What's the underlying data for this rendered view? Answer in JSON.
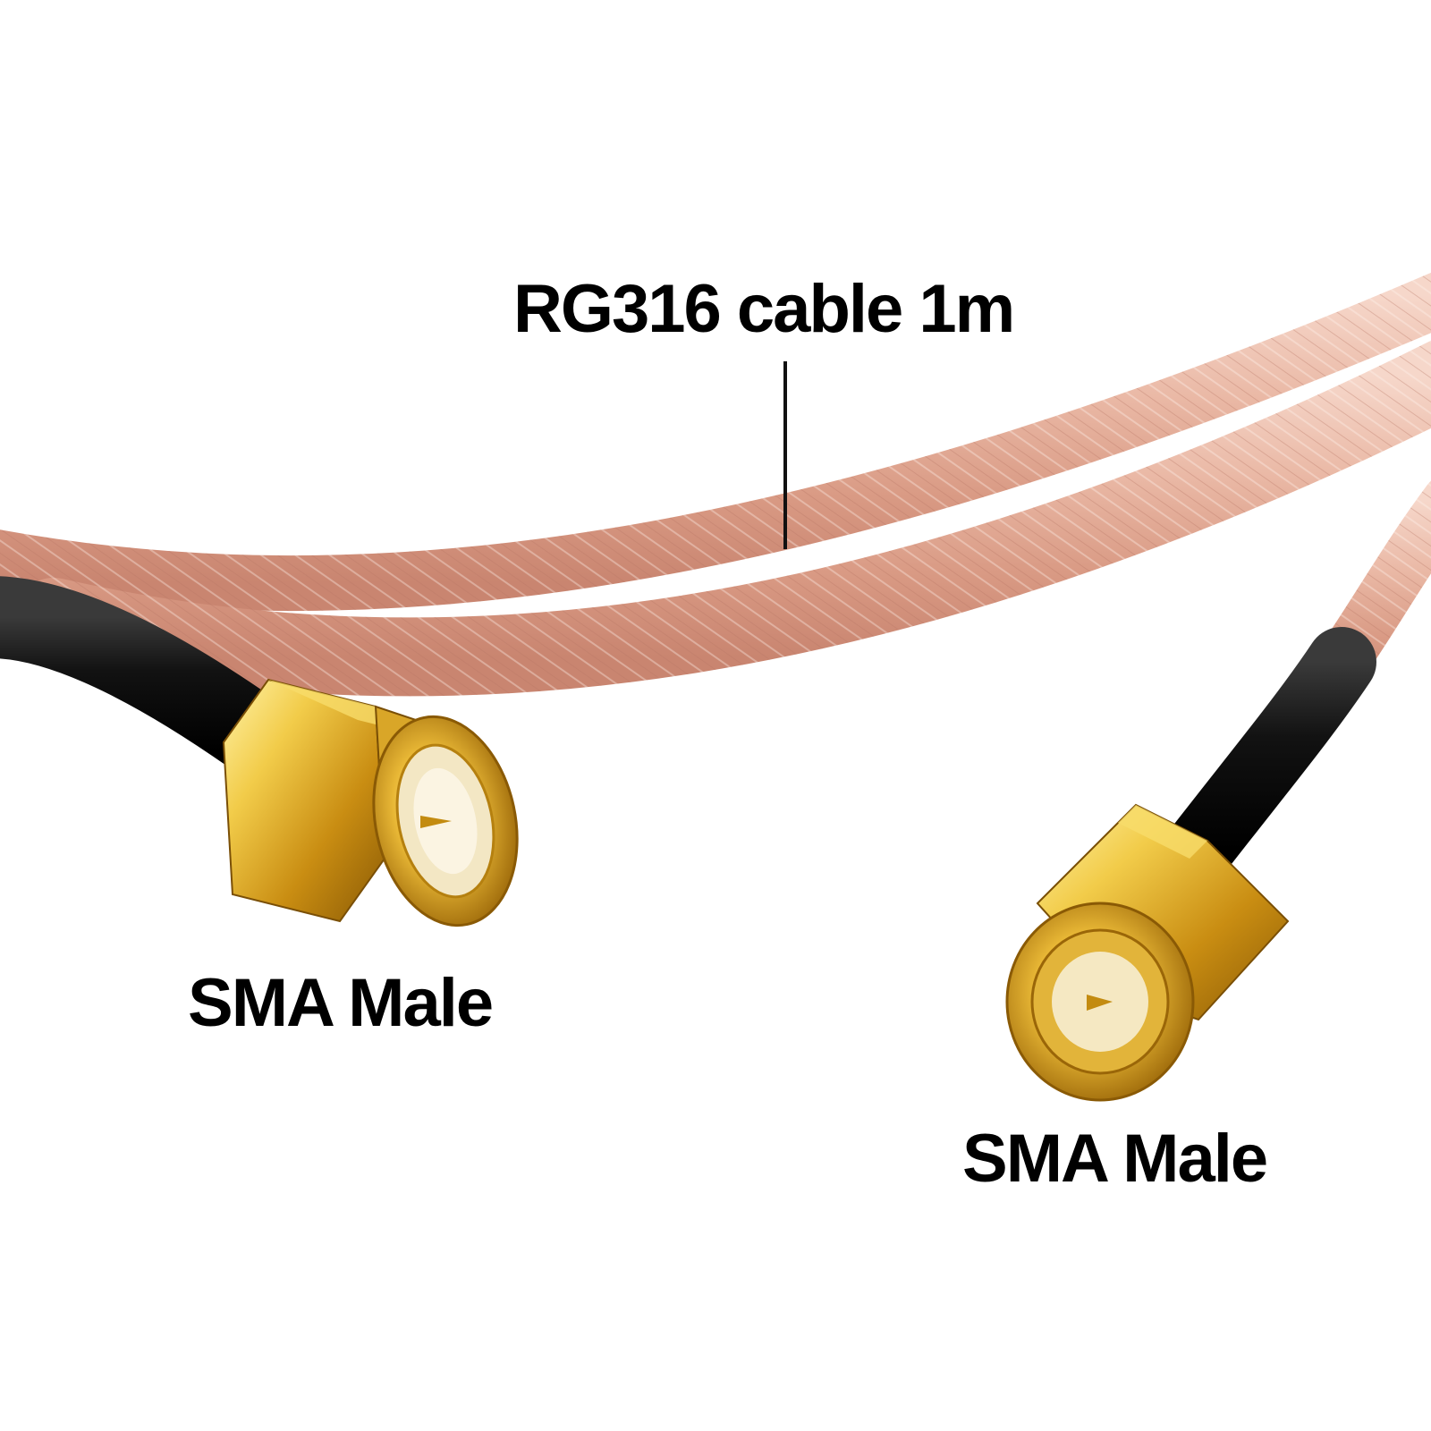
{
  "labels": {
    "cable": "RG316 cable 1m",
    "left_connector": "SMA Male",
    "right_connector": "SMA Male"
  },
  "colors": {
    "background": "#ffffff",
    "text": "#000000",
    "cable_braid": "#e7b6a3",
    "heat_shrink": "#111111",
    "connector_gold": "#d6a21c"
  }
}
